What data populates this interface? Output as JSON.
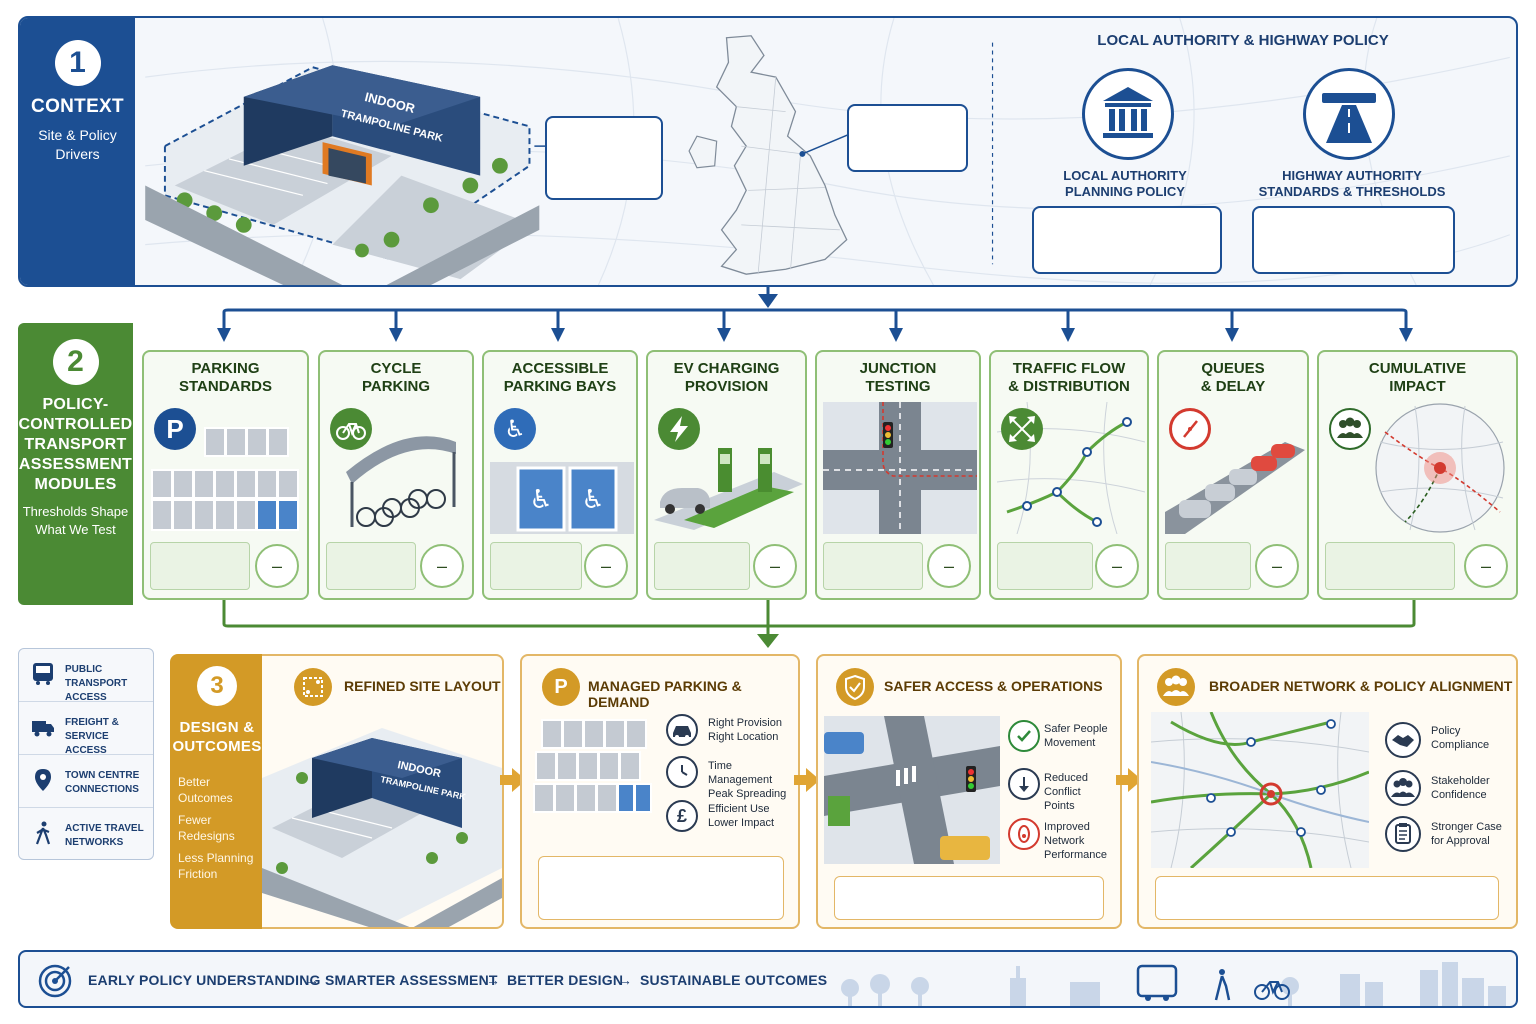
{
  "section1": {
    "number": "1",
    "title": "CONTEXT",
    "subtitle_line1": "Site & Policy",
    "subtitle_line2": "Drivers",
    "building_sign_line1": "INDOOR",
    "building_sign_line2": "TRAMPOLINE PARK",
    "policy_header": "LOCAL AUTHORITY & HIGHWAY POLICY",
    "policy_items": [
      {
        "line1": "LOCAL AUTHORITY",
        "line2": "PLANNING POLICY",
        "icon": "government-building-icon"
      },
      {
        "line1": "HIGHWAY AUTHORITY",
        "line2": "STANDARDS & THRESHOLDS",
        "icon": "highway-road-icon"
      }
    ]
  },
  "section2": {
    "number": "2",
    "title_lines": [
      "POLICY-",
      "CONTROLLED",
      "TRANSPORT",
      "ASSESSMENT",
      "MODULES"
    ],
    "subtitle_line1": "Thresholds Shape",
    "subtitle_line2": "What We Test",
    "minus_symbol": "–",
    "modules": [
      {
        "line1": "PARKING",
        "line2": "STANDARDS",
        "icon": "parking-p-icon"
      },
      {
        "line1": "CYCLE",
        "line2": "PARKING",
        "icon": "bicycle-icon"
      },
      {
        "line1": "ACCESSIBLE",
        "line2": "PARKING BAYS",
        "icon": "wheelchair-icon"
      },
      {
        "line1": "EV CHARGING",
        "line2": "PROVISION",
        "icon": "lightning-bolt-icon"
      },
      {
        "line1": "JUNCTION",
        "line2": "TESTING",
        "icon": "traffic-light-icon"
      },
      {
        "line1": "TRAFFIC FLOW",
        "line2": "& DISTRIBUTION",
        "icon": "network-arrows-icon"
      },
      {
        "line1": "QUEUES",
        "line2": "& DELAY",
        "icon": "gauge-icon"
      },
      {
        "line1": "CUMULATIVE",
        "line2": "IMPACT",
        "icon": "group-people-icon"
      }
    ]
  },
  "left_list": [
    {
      "line1": "PUBLIC TRANSPORT",
      "line2": "ACCESS",
      "icon": "bus-icon"
    },
    {
      "line1": "FREIGHT & SERVICE",
      "line2": "ACCESS",
      "icon": "truck-icon"
    },
    {
      "line1": "TOWN CENTRE",
      "line2": "CONNECTIONS",
      "icon": "location-pin-icon"
    },
    {
      "line1": "ACTIVE TRAVEL",
      "line2": "NETWORKS",
      "icon": "walking-person-icon"
    }
  ],
  "section3": {
    "number": "3",
    "title_line1": "DESIGN &",
    "title_line2": "OUTCOMES",
    "outcomes": [
      "Better Outcomes",
      "Fewer Redesigns",
      "Less Planning",
      "Friction"
    ],
    "cards": {
      "layout": {
        "title": "REFINED SITE LAYOUT",
        "sign_line1": "INDOOR",
        "sign_line2": "TRAMPOLINE PARK"
      },
      "parking": {
        "title": "MANAGED PARKING & DEMAND",
        "icon_letter": "P",
        "features": [
          {
            "line1": "Right Provision",
            "line2": "Right Location",
            "icon": "car-icon"
          },
          {
            "line1": "Time Management",
            "line2": "Peak Spreading",
            "icon": "clock-icon"
          },
          {
            "line1": "Efficient Use",
            "line2": "Lower Impact",
            "icon": "pound-sign-icon",
            "glyph": "£"
          }
        ]
      },
      "access": {
        "title": "SAFER ACCESS & OPERATIONS",
        "features": [
          {
            "line1": "Safer People",
            "line2": "Movement",
            "line3": "",
            "icon": "check-circle-icon"
          },
          {
            "line1": "Reduced Conflict",
            "line2": "Points",
            "line3": "",
            "icon": "down-arrow-icon"
          },
          {
            "line1": "Improved",
            "line2": "Network",
            "line3": "Performance",
            "icon": "performance-icon"
          }
        ]
      },
      "network": {
        "title": "BROADER NETWORK & POLICY ALIGNMENT",
        "features": [
          {
            "line1": "Policy",
            "line2": "Compliance",
            "icon": "handshake-icon"
          },
          {
            "line1": "Stakeholder",
            "line2": "Confidence",
            "icon": "people-icon"
          },
          {
            "line1": "Stronger Case",
            "line2": "for Approval",
            "icon": "clipboard-icon"
          }
        ]
      }
    }
  },
  "footer": {
    "items": [
      "EARLY POLICY UNDERSTANDING",
      "SMARTER ASSESSMENT",
      "BETTER DESIGN",
      "SUSTAINABLE OUTCOMES"
    ],
    "arrow": "→",
    "icon": "target-icon"
  },
  "colors": {
    "section1": "#1c4f93",
    "section2": "#4b8a34",
    "section3": "#d39a26",
    "accent_red": "#d33a2f"
  }
}
